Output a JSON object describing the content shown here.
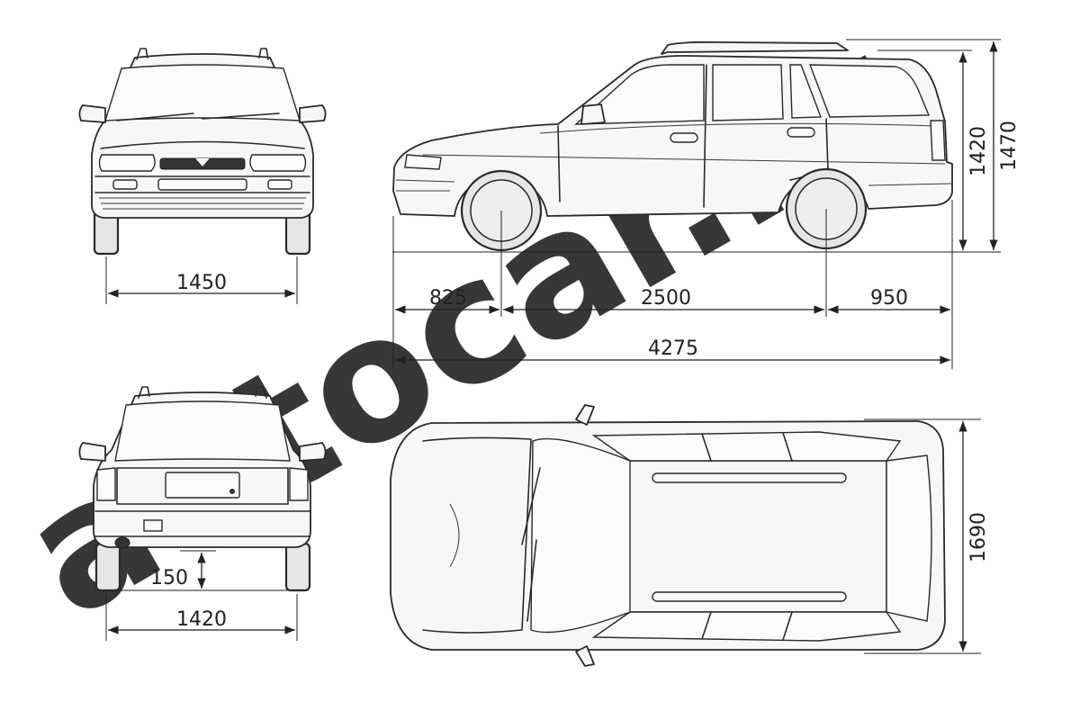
{
  "watermark": {
    "text": "autocar.ru",
    "color": "#c8c8c8"
  },
  "views": {
    "front": {
      "track_width": "1450"
    },
    "side": {
      "front_overhang": "825",
      "wheelbase": "2500",
      "rear_overhang": "950",
      "overall_length": "4275",
      "height_body": "1420",
      "height_rails": "1470"
    },
    "rear": {
      "ground_clearance": "150",
      "track_width": "1420"
    },
    "top": {
      "overall_width": "1690"
    }
  }
}
